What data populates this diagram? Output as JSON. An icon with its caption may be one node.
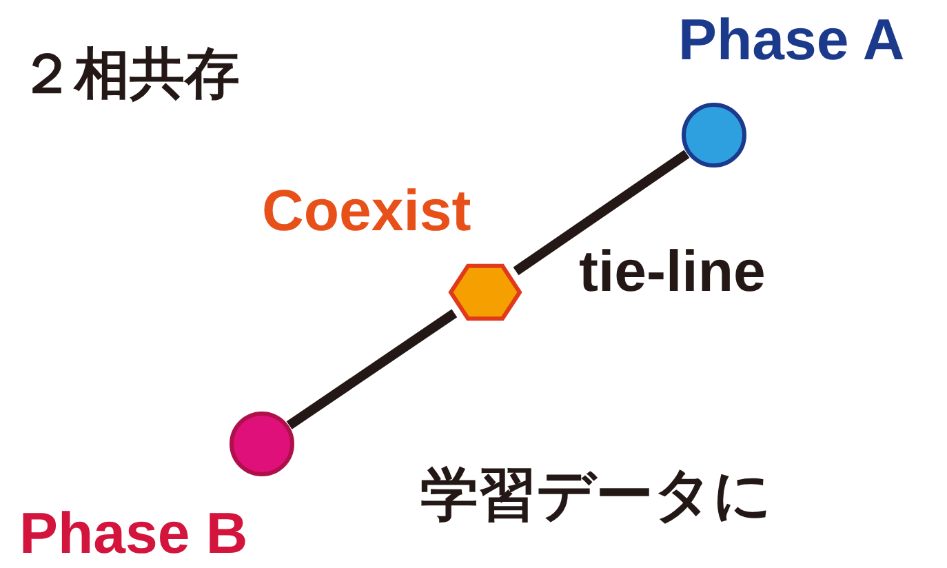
{
  "diagram": {
    "nodes": [
      {
        "text": [
          "Phase A"
        ]
      },
      {
        "text": [
          "Coexist"
        ]
      },
      {
        "text": [
          "Phase B"
        ]
      }
    ],
    "edges": [
      {
        "from": 0,
        "to": 1,
        "arrow": "none",
        "label": "tie-line"
      },
      {
        "from": 1,
        "to": 2,
        "arrow": "none"
      }
    ],
    "labels": [
      "２相共存",
      "学習データに"
    ]
  }
}
